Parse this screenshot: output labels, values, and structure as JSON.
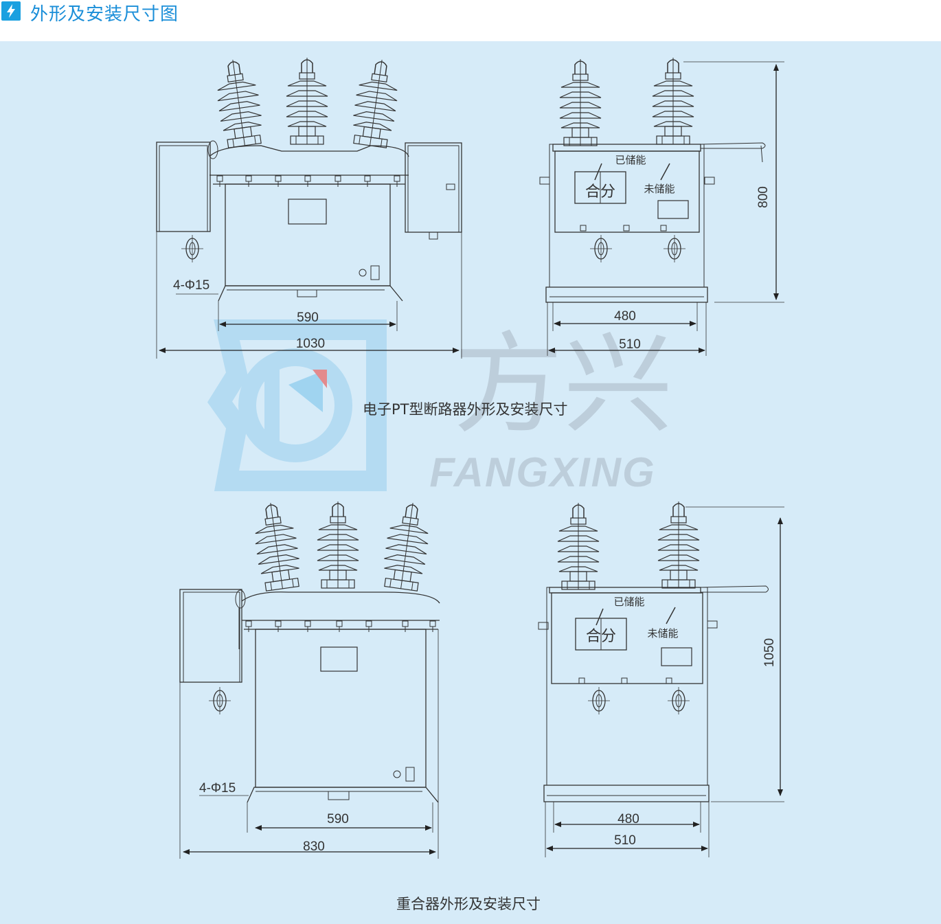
{
  "header": {
    "title": "外形及安装尺寸图",
    "accent_color": "#1aa0e0",
    "icon": "lightning-bolt-icon"
  },
  "watermark": {
    "chinese": "方兴",
    "latin": "FANGXING",
    "logo_icon": "fangxing-logo-icon"
  },
  "diagram1": {
    "caption": "电子PT型断路器外形及安装尺寸",
    "front": {
      "hole_label": "4-Φ15",
      "dim_inner": "590",
      "dim_outer": "1030"
    },
    "side": {
      "label_stored": "已储能",
      "label_unstored": "未储能",
      "panel_label": "合分",
      "dim_inner": "480",
      "dim_outer": "510",
      "dim_height": "800"
    }
  },
  "diagram2": {
    "caption": "重合器外形及安装尺寸",
    "front": {
      "hole_label": "4-Φ15",
      "dim_inner": "590",
      "dim_outer": "830"
    },
    "side": {
      "label_stored": "已储能",
      "label_unstored": "未储能",
      "panel_label": "合分",
      "dim_inner": "480",
      "dim_outer": "510",
      "dim_height": "1050"
    }
  }
}
